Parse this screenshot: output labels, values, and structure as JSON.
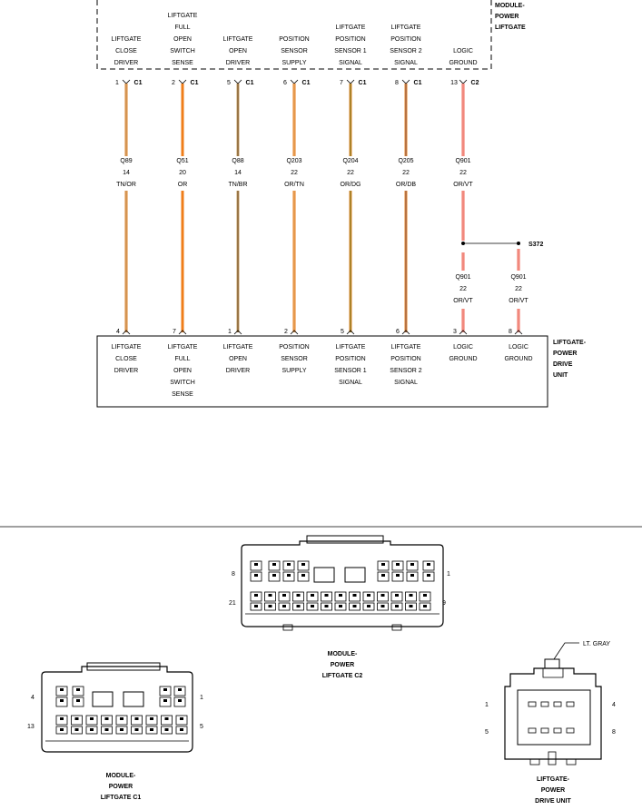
{
  "module": {
    "title": [
      "MODULE-",
      "POWER",
      "LIFTGATE"
    ],
    "pins": [
      {
        "label": [
          "LIFTGATE",
          "CLOSE",
          "DRIVER"
        ],
        "pin": "1",
        "conn": "C1"
      },
      {
        "label": [
          "LIFTGATE",
          "FULL",
          "OPEN",
          "SWITCH",
          "SENSE"
        ],
        "pin": "2",
        "conn": "C1"
      },
      {
        "label": [
          "LIFTGATE",
          "OPEN",
          "DRIVER"
        ],
        "pin": "5",
        "conn": "C1"
      },
      {
        "label": [
          "POSITION",
          "SENSOR",
          "SUPPLY"
        ],
        "pin": "6",
        "conn": "C1"
      },
      {
        "label": [
          "LIFTGATE",
          "POSITION",
          "SENSOR 1",
          "SIGNAL"
        ],
        "pin": "7",
        "conn": "C1"
      },
      {
        "label": [
          "LIFTGATE",
          "POSITION",
          "SENSOR 2",
          "SIGNAL"
        ],
        "pin": "8",
        "conn": "C1"
      },
      {
        "label": [
          "LOGIC",
          "GROUND"
        ],
        "pin": "13",
        "conn": "C2"
      }
    ]
  },
  "wires": [
    {
      "circuit": "Q89",
      "gauge": "14",
      "color": "TN/OR",
      "main": "#e0862d",
      "stripe": "#c9a377"
    },
    {
      "circuit": "Q51",
      "gauge": "20",
      "color": "OR",
      "main": "#ef7d1a",
      "stripe": ""
    },
    {
      "circuit": "Q88",
      "gauge": "14",
      "color": "TN/BR",
      "main": "#c9a36e",
      "stripe": "#6b4a1e"
    },
    {
      "circuit": "Q203",
      "gauge": "22",
      "color": "OR/TN",
      "main": "#ef7d1a",
      "stripe": "#d9b47f"
    },
    {
      "circuit": "Q204",
      "gauge": "22",
      "color": "OR/DG",
      "main": "#e78a2a",
      "stripe": "#6d7a2a"
    },
    {
      "circuit": "Q205",
      "gauge": "22",
      "color": "OR/DB",
      "main": "#e78a2a",
      "stripe": "#8a5a5a"
    },
    {
      "circuit": "Q901",
      "gauge": "22",
      "color": "OR/VT",
      "main": "#f06a5a",
      "stripe": "#f2a7a0"
    }
  ],
  "splice": {
    "name": "S372",
    "left": {
      "circuit": "Q901",
      "gauge": "22",
      "color": "OR/VT"
    },
    "right": {
      "circuit": "Q901",
      "gauge": "22",
      "color": "OR/VT"
    }
  },
  "drive_unit": {
    "title": [
      "LIFTGATE-",
      "POWER",
      "DRIVE",
      "UNIT"
    ],
    "pins": [
      {
        "pin": "4",
        "label": [
          "LIFTGATE",
          "CLOSE",
          "DRIVER"
        ]
      },
      {
        "pin": "7",
        "label": [
          "LIFTGATE",
          "FULL",
          "OPEN",
          "SWITCH",
          "SENSE"
        ]
      },
      {
        "pin": "1",
        "label": [
          "LIFTGATE",
          "OPEN",
          "DRIVER"
        ]
      },
      {
        "pin": "2",
        "label": [
          "POSITION",
          "SENSOR",
          "SUPPLY"
        ]
      },
      {
        "pin": "5",
        "label": [
          "LIFTGATE",
          "POSITION",
          "SENSOR 1",
          "SIGNAL"
        ]
      },
      {
        "pin": "6",
        "label": [
          "LIFTGATE",
          "POSITION",
          "SENSOR 2",
          "SIGNAL"
        ]
      },
      {
        "pin": "3",
        "label": [
          "LOGIC",
          "GROUND"
        ]
      },
      {
        "pin": "8",
        "label": [
          "LOGIC",
          "GROUND"
        ]
      }
    ]
  },
  "connectors": {
    "c2": {
      "title": [
        "MODULE-",
        "POWER",
        "LIFTGATE C2"
      ],
      "pins_top": [
        "8",
        "1"
      ],
      "pins_bottom": [
        "21",
        "9"
      ]
    },
    "c1": {
      "title": [
        "MODULE-",
        "POWER",
        "LIFTGATE C1"
      ],
      "pins_top": [
        "4",
        "1"
      ],
      "pins_bottom": [
        "13",
        "5"
      ]
    },
    "du": {
      "title": [
        "LIFTGATE-",
        "POWER",
        "DRIVE UNIT"
      ],
      "pins_top": [
        "1",
        "4"
      ],
      "pins_bottom": [
        "5",
        "8"
      ],
      "color_label": "LT. GRAY"
    }
  }
}
